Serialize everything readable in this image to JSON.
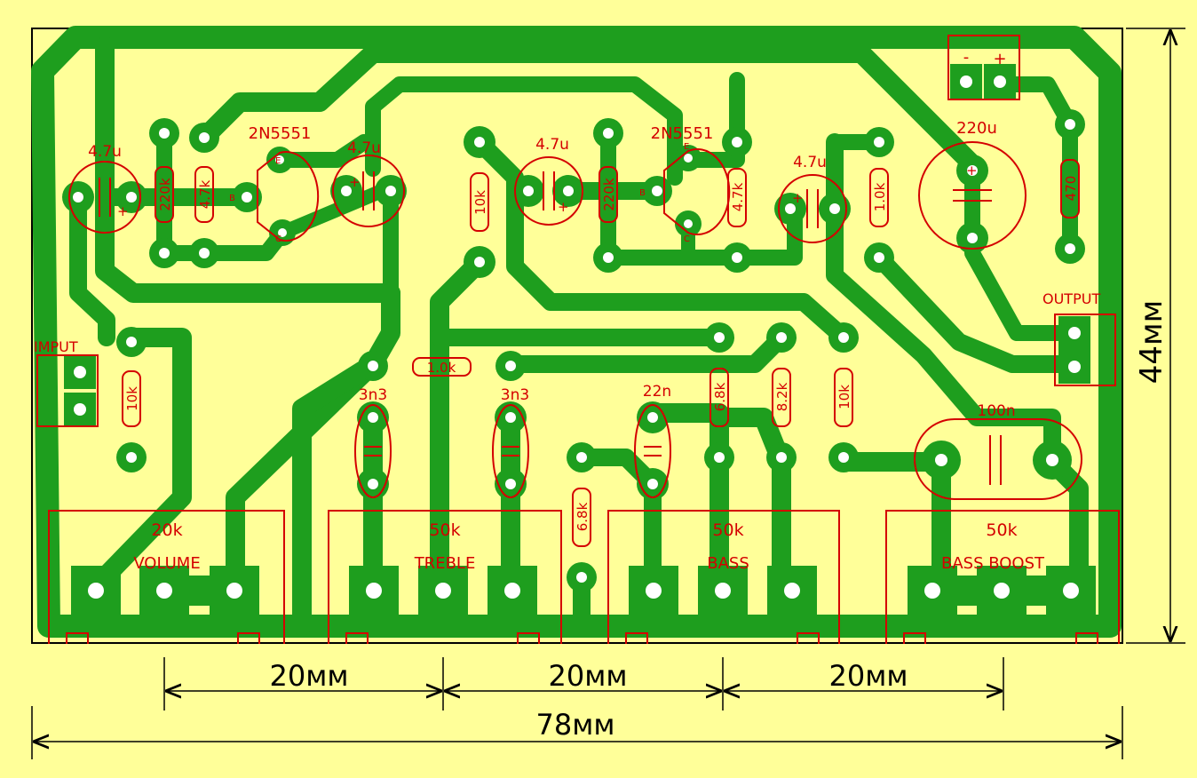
{
  "colors": {
    "background": "#ffff99",
    "copper": "#1e9e1e",
    "silkscreen": "#d40000",
    "board_outline": "#000000",
    "pad_hole": "#ffffff"
  },
  "dimensions": {
    "height": "44мм",
    "width": "78мм",
    "pot_spacing_1": "20мм",
    "pot_spacing_2": "20мм",
    "pot_spacing_3": "20мм"
  },
  "connectors": {
    "input": "IMPUT",
    "output": "OUTPUT",
    "power_minus": "-",
    "power_plus": "+"
  },
  "transistors": {
    "q1": "2N5551",
    "q2": "2N5551",
    "pin_e": "E",
    "pin_b": "B",
    "pin_c": "C"
  },
  "capacitors": {
    "c_in": "4.7u",
    "c_q1_out": "4.7u",
    "c_q2_in": "4.7u",
    "c_q2_out": "4.7u",
    "c_supply": "220u",
    "c_treble_1": "3n3",
    "c_treble_2": "3n3",
    "c_bass": "22n",
    "c_boost": "100n",
    "polarity_plus": "+"
  },
  "resistors": {
    "r_q1_bias": "220k",
    "r_q1_load": "4.7k",
    "r_10k_mid": "10k",
    "r_q2_bias": "220k",
    "r_q2_load": "4.7k",
    "r_1k": "1.0k",
    "r_supply": "470",
    "r_input": "10k",
    "r_tone_mix": "1.0k",
    "r_bass_a": "6.8k",
    "r_bass_b": "8.2k",
    "r_boost": "10k",
    "r_bottom": "6.8k"
  },
  "pots": [
    {
      "value": "20k",
      "name": "VOLUME"
    },
    {
      "value": "50k",
      "name": "TREBLE"
    },
    {
      "value": "50k",
      "name": "BASS"
    },
    {
      "value": "50k",
      "name": "BASS BOOST"
    }
  ]
}
